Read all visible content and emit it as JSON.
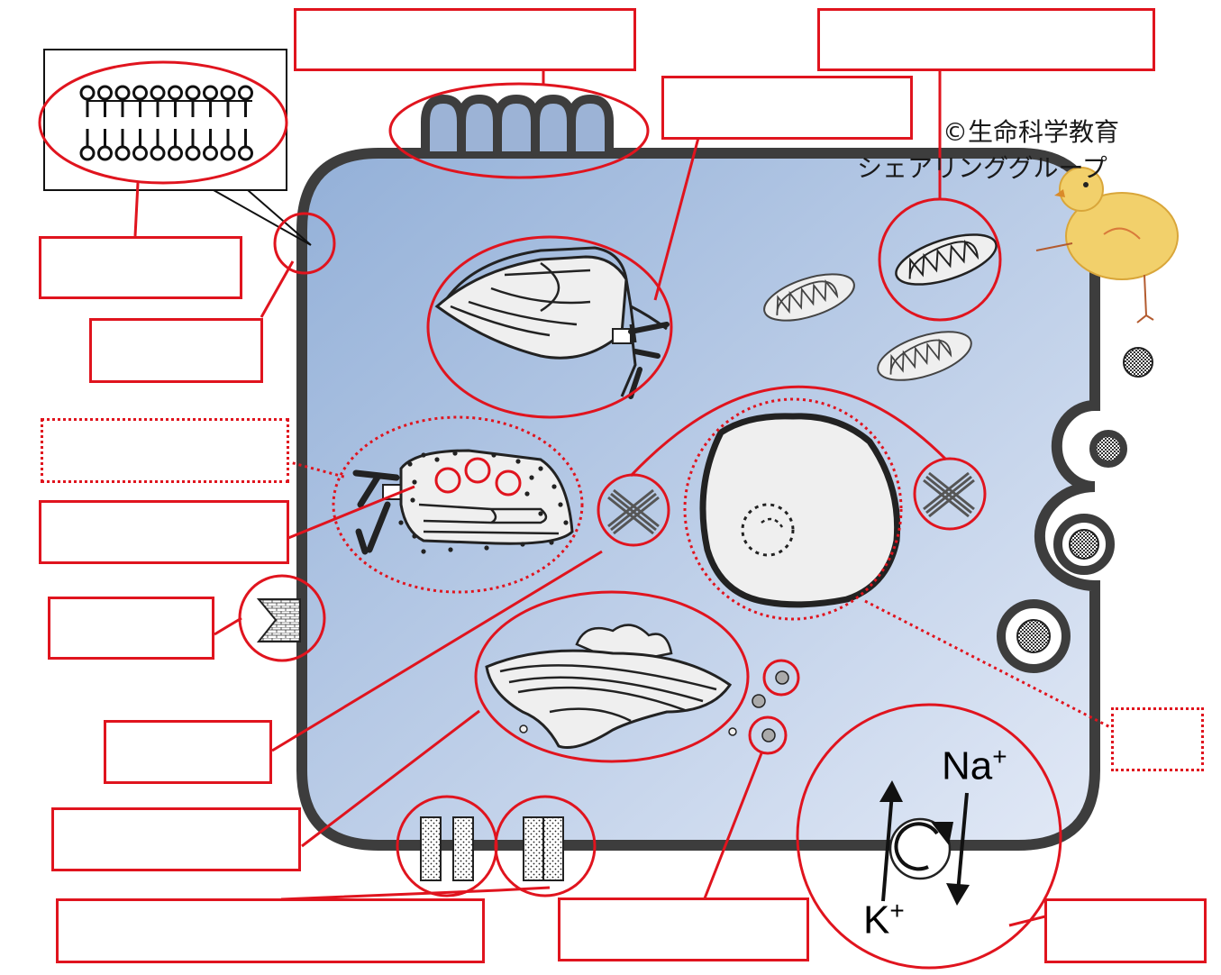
{
  "credit": {
    "line1": "©生命科学教育",
    "line2": "シェアリンググループ"
  },
  "ions": {
    "na": "Na",
    "k": "K",
    "charge": "+"
  },
  "answer_boxes": [
    {
      "id": "box-microvilli",
      "style": "solid",
      "text": ""
    },
    {
      "id": "box-mitochondria",
      "style": "solid",
      "text": ""
    },
    {
      "id": "box-smooth-er",
      "style": "solid",
      "text": ""
    },
    {
      "id": "box-lipid-bilayer",
      "style": "solid",
      "text": ""
    },
    {
      "id": "box-cell-membrane",
      "style": "solid",
      "text": ""
    },
    {
      "id": "box-rough-er",
      "style": "dotted",
      "text": ""
    },
    {
      "id": "box-ribosome",
      "style": "solid",
      "text": ""
    },
    {
      "id": "box-junction",
      "style": "solid",
      "text": ""
    },
    {
      "id": "box-cytoskeleton",
      "style": "solid",
      "text": ""
    },
    {
      "id": "box-golgi",
      "style": "solid",
      "text": ""
    },
    {
      "id": "box-channels",
      "style": "solid",
      "text": ""
    },
    {
      "id": "box-vesicle",
      "style": "solid",
      "text": ""
    },
    {
      "id": "box-pump",
      "style": "solid",
      "text": ""
    },
    {
      "id": "box-nucleus",
      "style": "dotted",
      "text": ""
    }
  ],
  "colors": {
    "label_red": "#e0141e",
    "membrane": "#3d3d3d",
    "cytoplasm_top": "#93b0d8",
    "cytoplasm_bottom": "#dde6f5",
    "organelle_fill": "#efefef"
  }
}
